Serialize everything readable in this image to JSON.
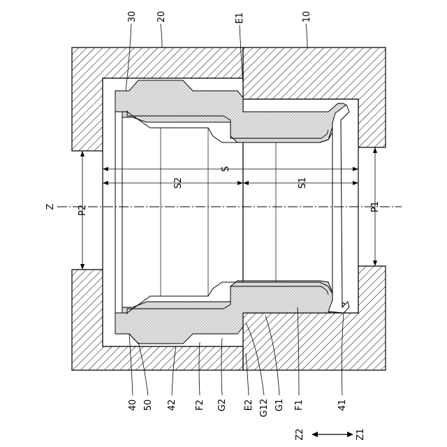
{
  "labels": {
    "ref_10": "10",
    "ref_20": "20",
    "ref_30": "30",
    "ref_E1": "E1",
    "ref_40": "40",
    "ref_50": "50",
    "ref_42": "42",
    "ref_F2": "F2",
    "ref_G2": "G2",
    "ref_E2": "E2",
    "ref_G12": "G12",
    "ref_G1": "G1",
    "ref_F1": "F1",
    "ref_41": "41",
    "ref_Z": "Z",
    "dim_P2": "P2",
    "dim_P1": "P1",
    "dim_S": "S",
    "dim_S2": "S2",
    "dim_S1": "S1",
    "dir_Z2": "Z2",
    "dir_Z1": "Z1"
  },
  "colors": {
    "ink": "#000000",
    "fill_dots": "#d9d9d9",
    "background": "#ffffff"
  }
}
